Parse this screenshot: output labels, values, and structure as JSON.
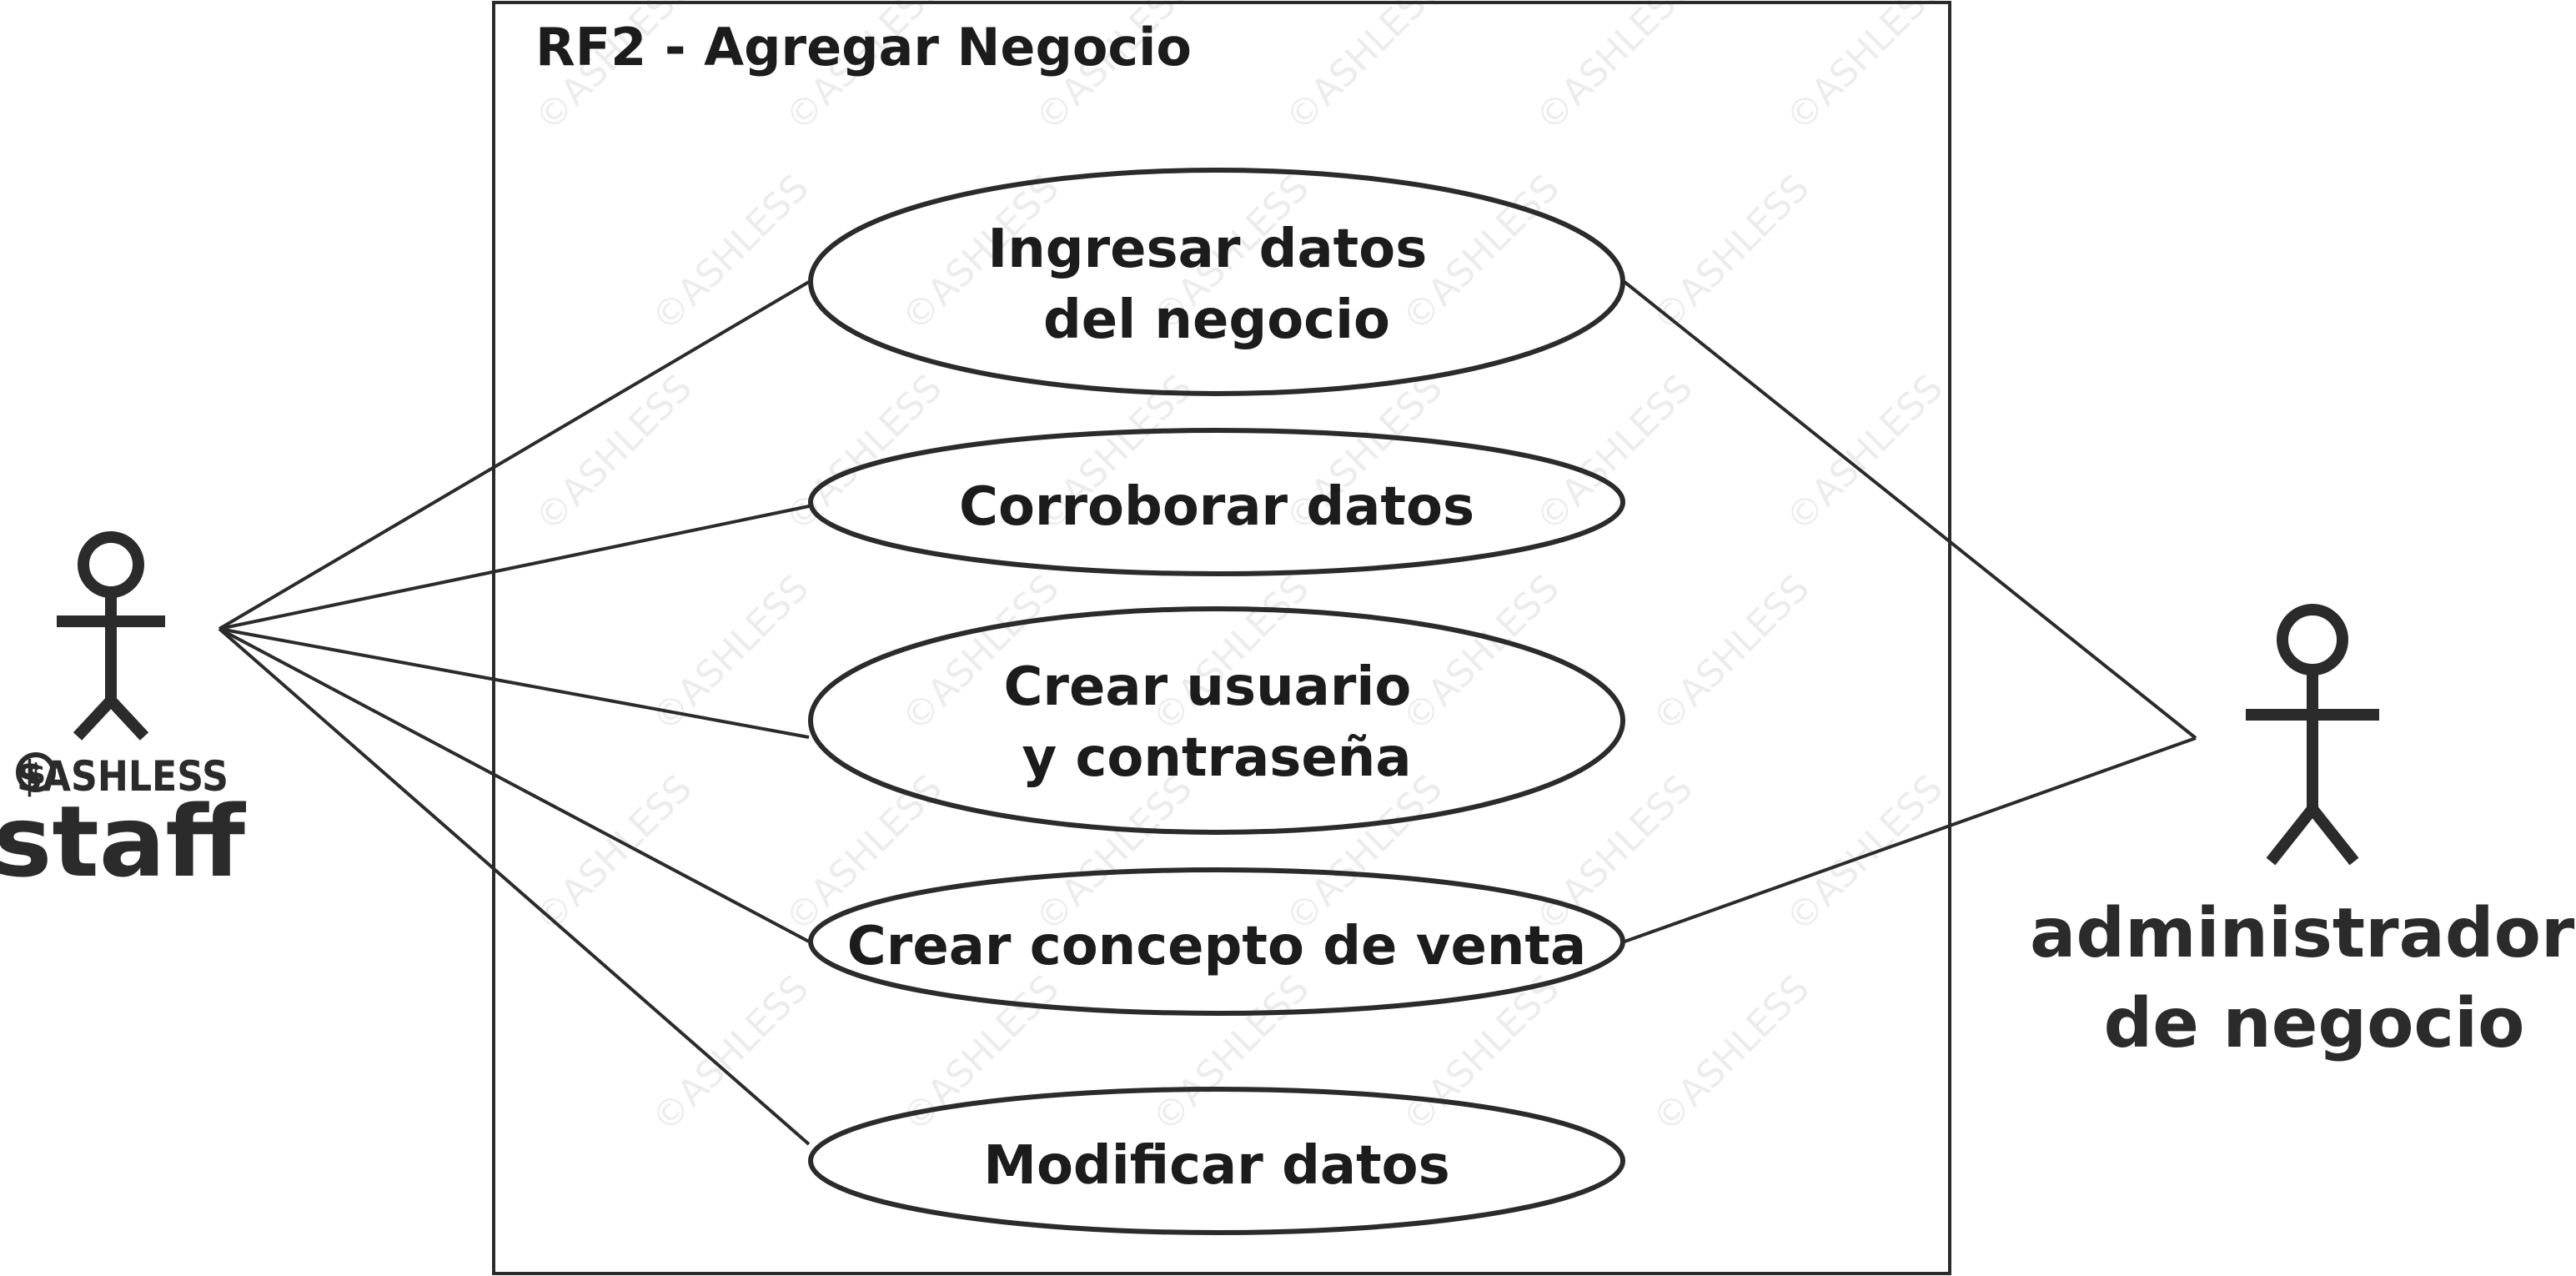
{
  "system": {
    "title": "RF2 - Agregar Negocio"
  },
  "watermark": {
    "text": "©ASHLESS"
  },
  "use_cases": [
    {
      "lines": [
        "Ingresar datos",
        "del negocio"
      ]
    },
    {
      "lines": [
        "Corroborar datos"
      ]
    },
    {
      "lines": [
        "Crear usuario",
        "y contraseña"
      ]
    },
    {
      "lines": [
        "Crear concepto de venta"
      ]
    },
    {
      "lines": [
        "Modificar datos"
      ]
    }
  ],
  "actors": {
    "staff": {
      "logo_text": "$ASHLESS",
      "label": "staff"
    },
    "admin": {
      "label_lines": [
        "administrador",
        "de negocio"
      ]
    }
  },
  "associations": {
    "staff": [
      0,
      1,
      2,
      3,
      4
    ],
    "admin": [
      0,
      3
    ]
  },
  "colors": {
    "ink": "#2b2b2b",
    "watermark": "#ececec",
    "background": "#ffffff"
  }
}
